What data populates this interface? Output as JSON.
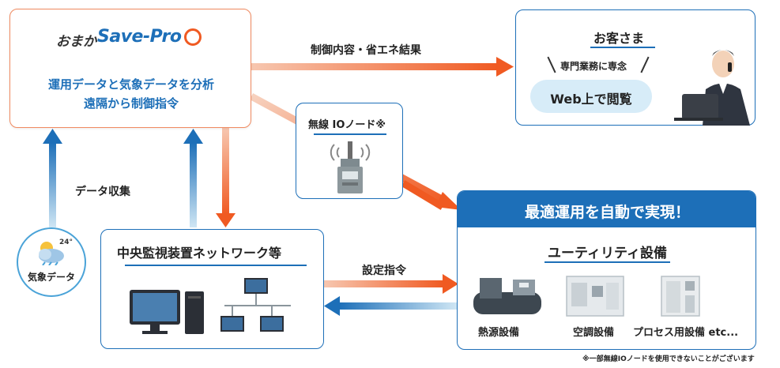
{
  "logo": {
    "prefix": "おまか",
    "brand": "Save-Pro"
  },
  "top_left_box": {
    "line1": "運用データと気象データを分析",
    "line2": "遠隔から制御指令"
  },
  "customer_box": {
    "title": "お客さま",
    "subtitle": "専門業務に専念",
    "pill": "Web上で閲覧"
  },
  "io_node_box": {
    "title": "無線 IOノード※"
  },
  "network_box": {
    "title": "中央監視装置ネットワーク等"
  },
  "result_box": {
    "header": "最適運用を自動で実現！",
    "subtitle": "ユーティリティ設備",
    "items": [
      {
        "label": "熱源設備"
      },
      {
        "label": "空調設備"
      },
      {
        "label": "プロセス用設備 etc..."
      }
    ]
  },
  "weather": {
    "label": "気象データ",
    "temperature": "24°"
  },
  "arrows": {
    "control_result": "制御内容・省エネ結果",
    "data_collection": "データ収集",
    "setting_command": "設定指令"
  },
  "footnote": "※一部無線IOノードを使用できないことがございます",
  "colors": {
    "accent_orange": "#f05a22",
    "accent_blue": "#1d6fb8",
    "sky_blue": "#4aa3d8"
  }
}
